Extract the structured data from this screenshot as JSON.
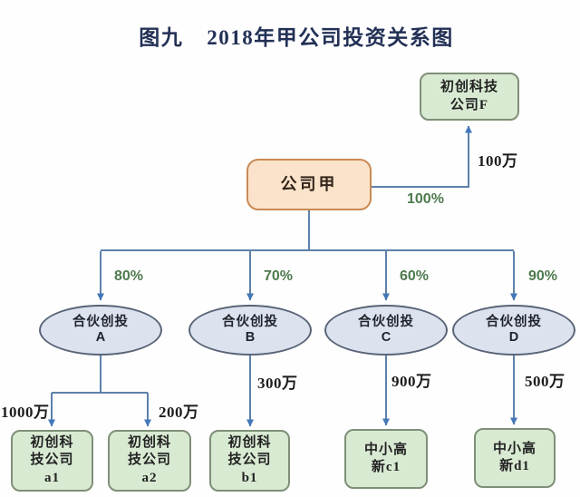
{
  "title": {
    "prefix": "图九",
    "main": "2018年甲公司投资关系图"
  },
  "colors": {
    "green_box_fill": "#d9ead3",
    "green_box_border": "#7f8f78",
    "orange_box_fill": "#fae3ca",
    "orange_box_border": "#c98a55",
    "ellipse_fill": "#dde2ef",
    "ellipse_border": "#596577",
    "connector_line": "#5d81aa",
    "arrowhead": "#4377b8",
    "percent_text": "#4e7a4e",
    "amount_text": "#1c1c1c",
    "title_text": "#223055"
  },
  "nodes": {
    "company_f": {
      "lines": [
        "初创科技",
        "公司F"
      ]
    },
    "company_jia": {
      "label": "公司甲"
    },
    "partnership_a": {
      "name": "合伙创投",
      "letter": "A"
    },
    "partnership_b": {
      "name": "合伙创投",
      "letter": "B"
    },
    "partnership_c": {
      "name": "合伙创投",
      "letter": "C"
    },
    "partnership_d": {
      "name": "合伙创投",
      "letter": "D"
    },
    "startup_a1": {
      "lines": [
        "初创科",
        "技公司",
        "a1"
      ]
    },
    "startup_a2": {
      "lines": [
        "初创科",
        "技公司",
        "a2"
      ]
    },
    "startup_b1": {
      "lines": [
        "初创科",
        "技公司",
        "b1"
      ]
    },
    "smb_c1": {
      "lines": [
        "中小高",
        "新c1"
      ]
    },
    "smb_d1": {
      "lines": [
        "中小高",
        "新d1"
      ]
    }
  },
  "edges": {
    "jia_to_f": {
      "percent": "100%",
      "amount": "100万"
    },
    "jia_to_a": {
      "percent": "80%"
    },
    "jia_to_b": {
      "percent": "70%"
    },
    "jia_to_c": {
      "percent": "60%"
    },
    "jia_to_d": {
      "percent": "90%"
    },
    "a_to_a1": {
      "amount": "1000万"
    },
    "a_to_a2": {
      "amount": "200万"
    },
    "b_to_b1": {
      "amount": "300万"
    },
    "c_to_c1": {
      "amount": "900万"
    },
    "d_to_d1": {
      "amount": "500万"
    }
  }
}
